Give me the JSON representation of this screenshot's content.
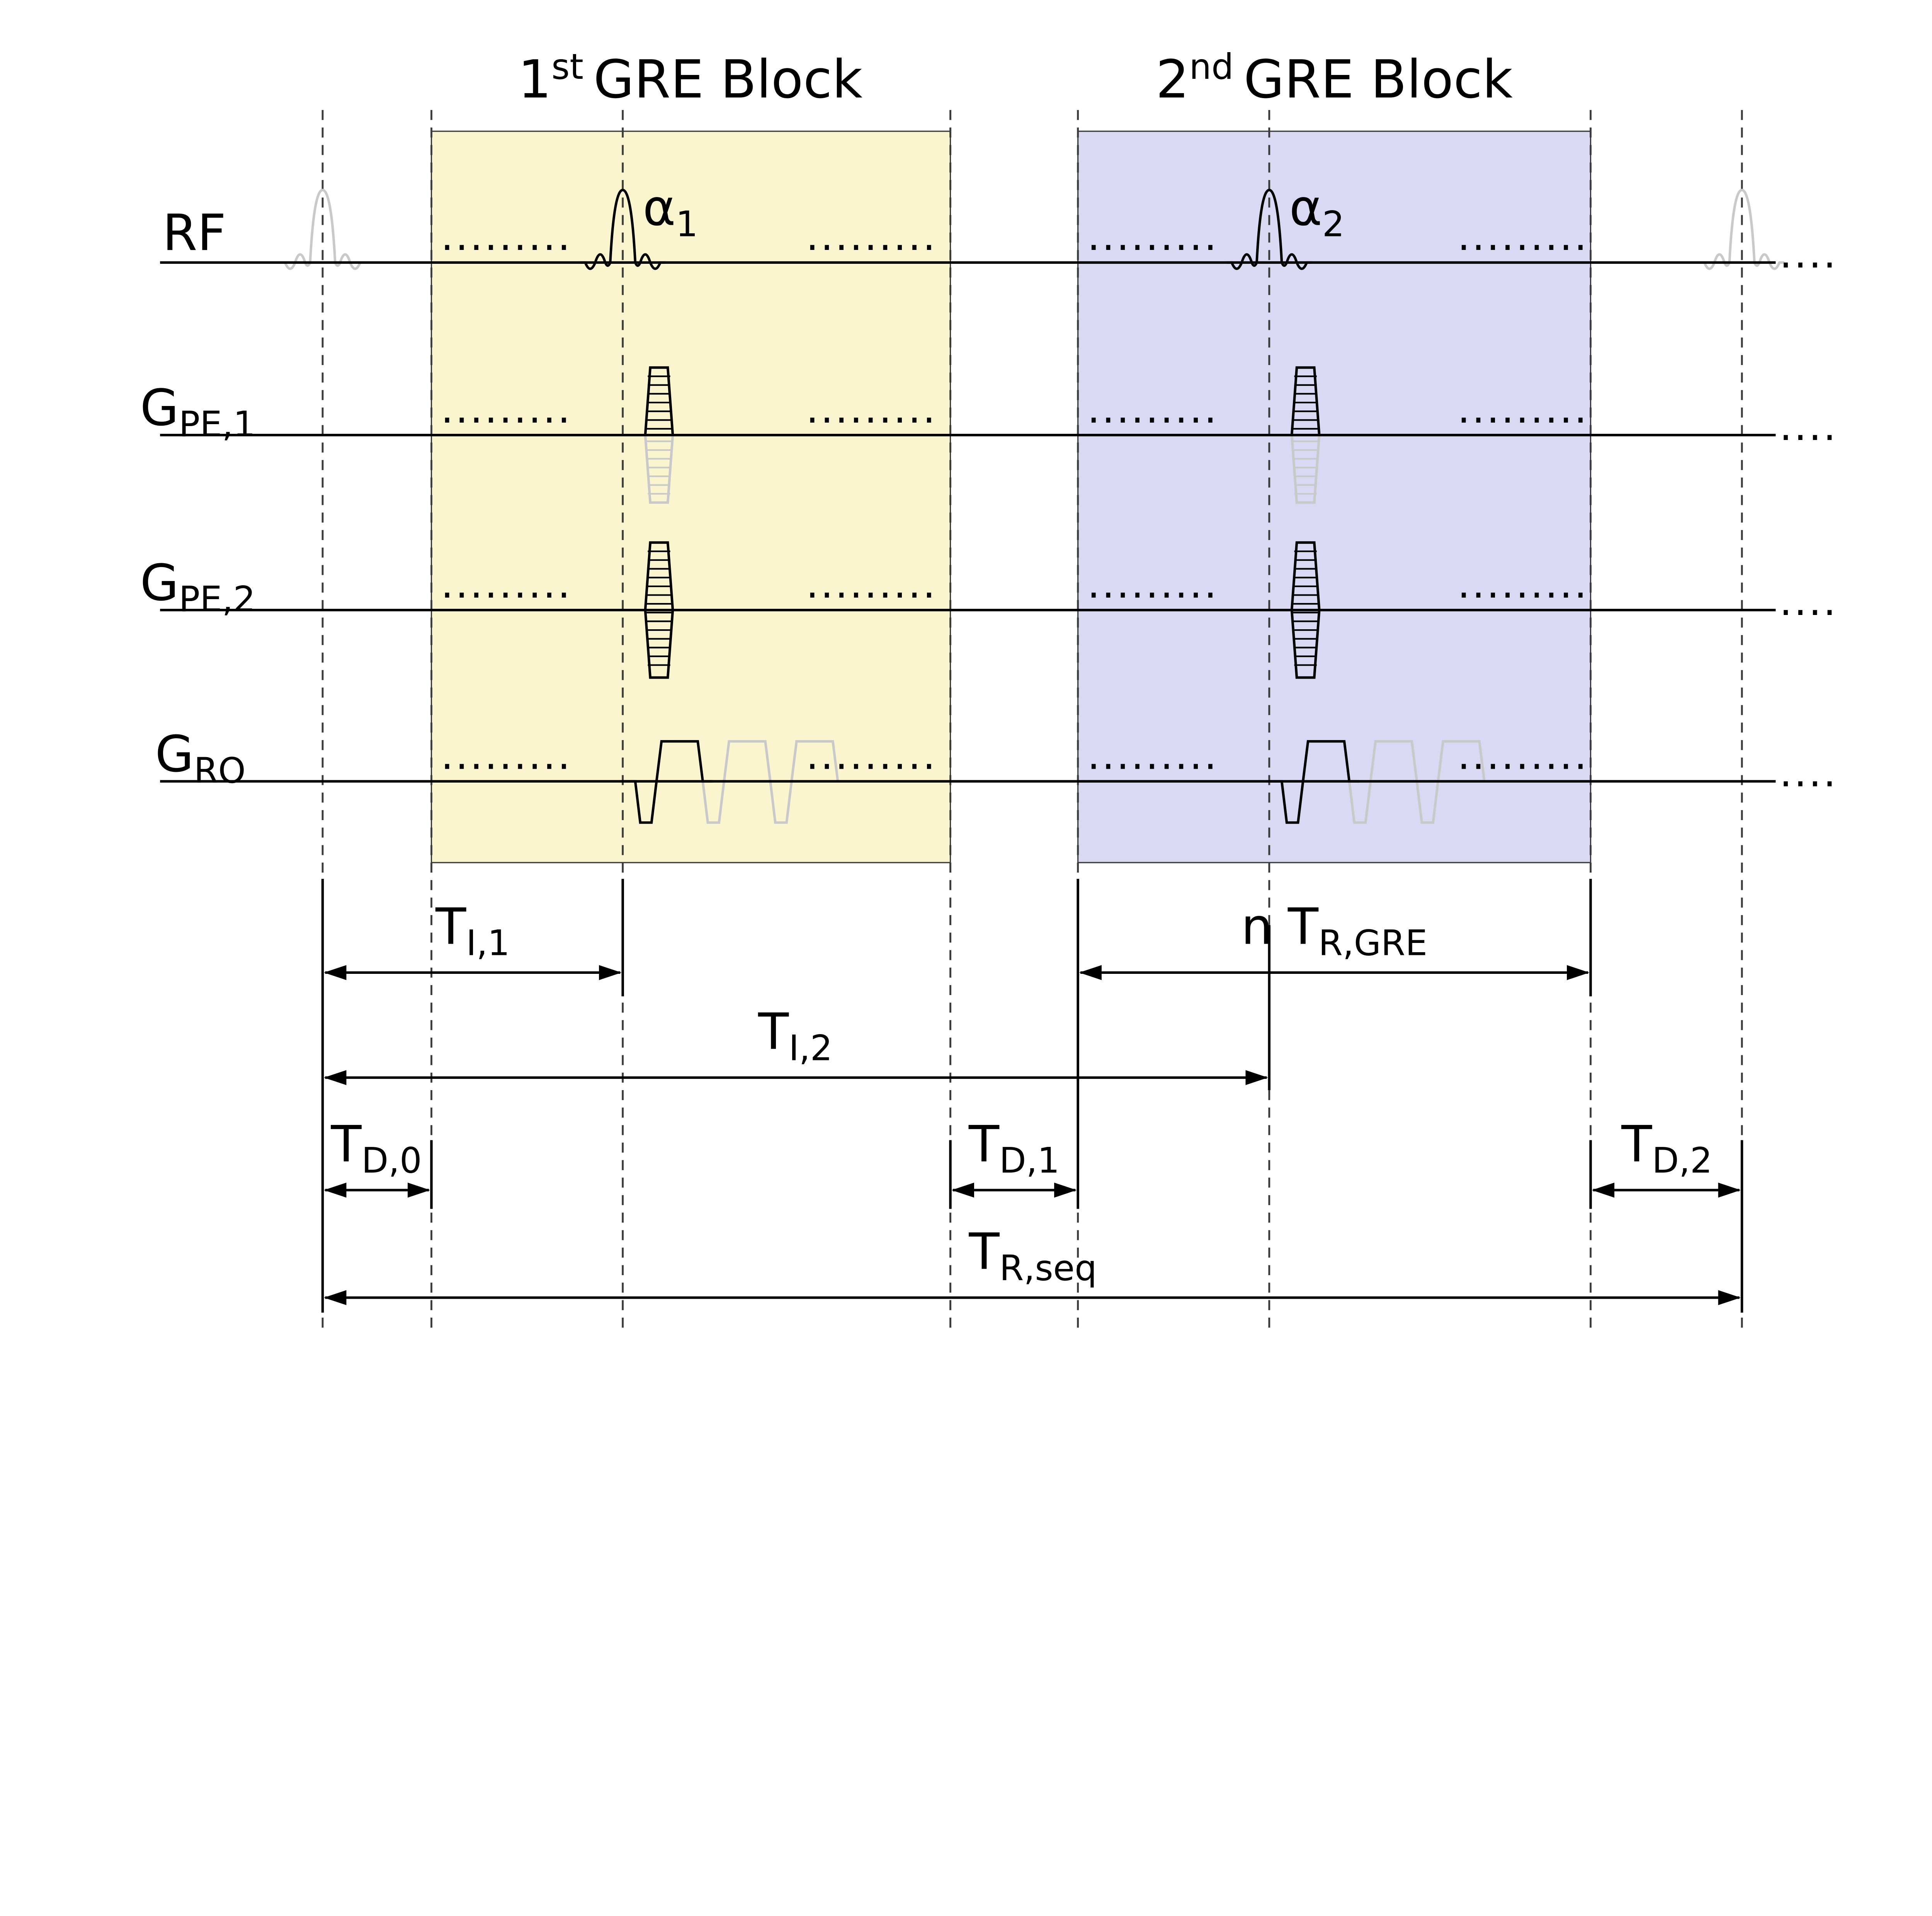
{
  "blocks": [
    {
      "num": "1",
      "sup": "st",
      "rest": "GRE Block"
    },
    {
      "num": "2",
      "sup": "nd",
      "rest": "GRE Block"
    }
  ],
  "rows": [
    {
      "main": "RF",
      "sub": ""
    },
    {
      "main": "G",
      "sub": "PE,1"
    },
    {
      "main": "G",
      "sub": "PE,2"
    },
    {
      "main": "G",
      "sub": "RO"
    }
  ],
  "pulses": [
    {
      "main": "α",
      "sub": "1"
    },
    {
      "main": "α",
      "sub": "2"
    }
  ],
  "dots": ".........",
  "edge_dots": "....",
  "timings": {
    "ti1": {
      "main": "T",
      "sub": "I,1"
    },
    "ntrgre": {
      "prefix": "n",
      "main": "T",
      "sub": "R,GRE"
    },
    "ti2": {
      "main": "T",
      "sub": "I,2"
    },
    "td0": {
      "main": "T",
      "sub": "D,0"
    },
    "td1": {
      "main": "T",
      "sub": "D,1"
    },
    "td2": {
      "main": "T",
      "sub": "D,2"
    },
    "trseq": {
      "main": "T",
      "sub": "R,seq"
    }
  },
  "colors": {
    "block1_fill": "#fbf5cf",
    "block2_fill": "#d9d9f4",
    "line": "#000000",
    "faint": "#c9c9c9",
    "dashed": "#3c3c3c"
  }
}
